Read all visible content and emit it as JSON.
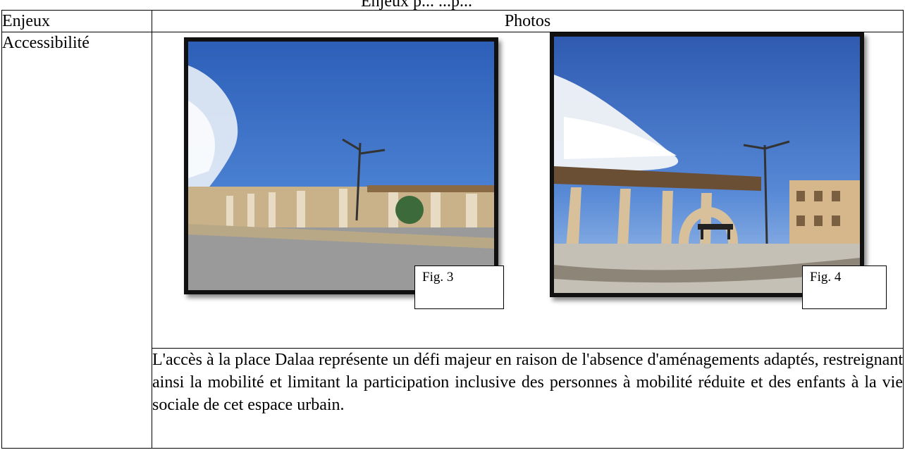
{
  "page_title_fragment": "Enjeux p... ...p...",
  "table": {
    "header": {
      "col1": "Enjeux",
      "col2": "Photos"
    },
    "row": {
      "category": "Accessibilité",
      "figures": [
        {
          "label": "Fig. 3",
          "image": "photo of Dalaa square: road, pergola columns, street lamps, blue sky"
        },
        {
          "label": "Fig. 4",
          "image": "photo of Dalaa square: stone arches, bench, lamp posts, buildings"
        }
      ],
      "description": "L'accès à la place Dalaa représente un défi majeur en raison de l'absence d'aménagements adaptés, restreignant ainsi la mobilité et limitant la participation inclusive des personnes à mobilité réduite et des enfants à la vie sociale de cet espace urbain."
    }
  }
}
